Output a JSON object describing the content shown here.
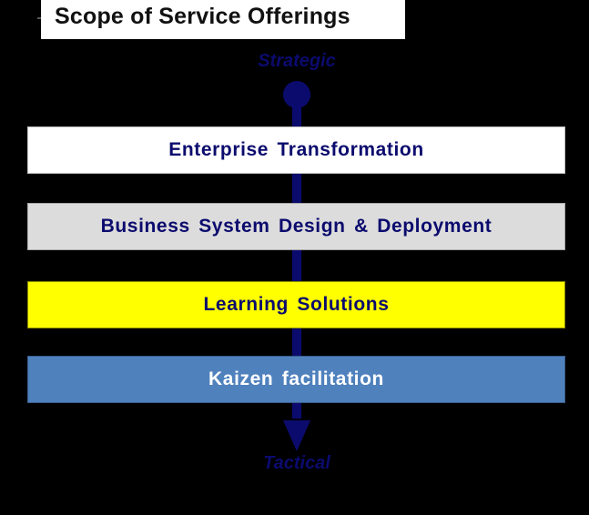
{
  "title": "Scope of Service Offerings",
  "axis": {
    "top_label": "Strategic",
    "bottom_label": "Tactical",
    "color": "#0b0b6e"
  },
  "offerings": [
    {
      "label": "Enterprise Transformation",
      "fill": "#ffffff",
      "text_color": "#0b0b6e"
    },
    {
      "label": "Business System Design & Deployment",
      "fill": "#dcdcdc",
      "text_color": "#0b0b6e"
    },
    {
      "label": "Learning Solutions",
      "fill": "#ffff00",
      "text_color": "#0b0b6e"
    },
    {
      "label": "Kaizen facilitation",
      "fill": "#4f81bd",
      "text_color": "#ffffff"
    }
  ]
}
